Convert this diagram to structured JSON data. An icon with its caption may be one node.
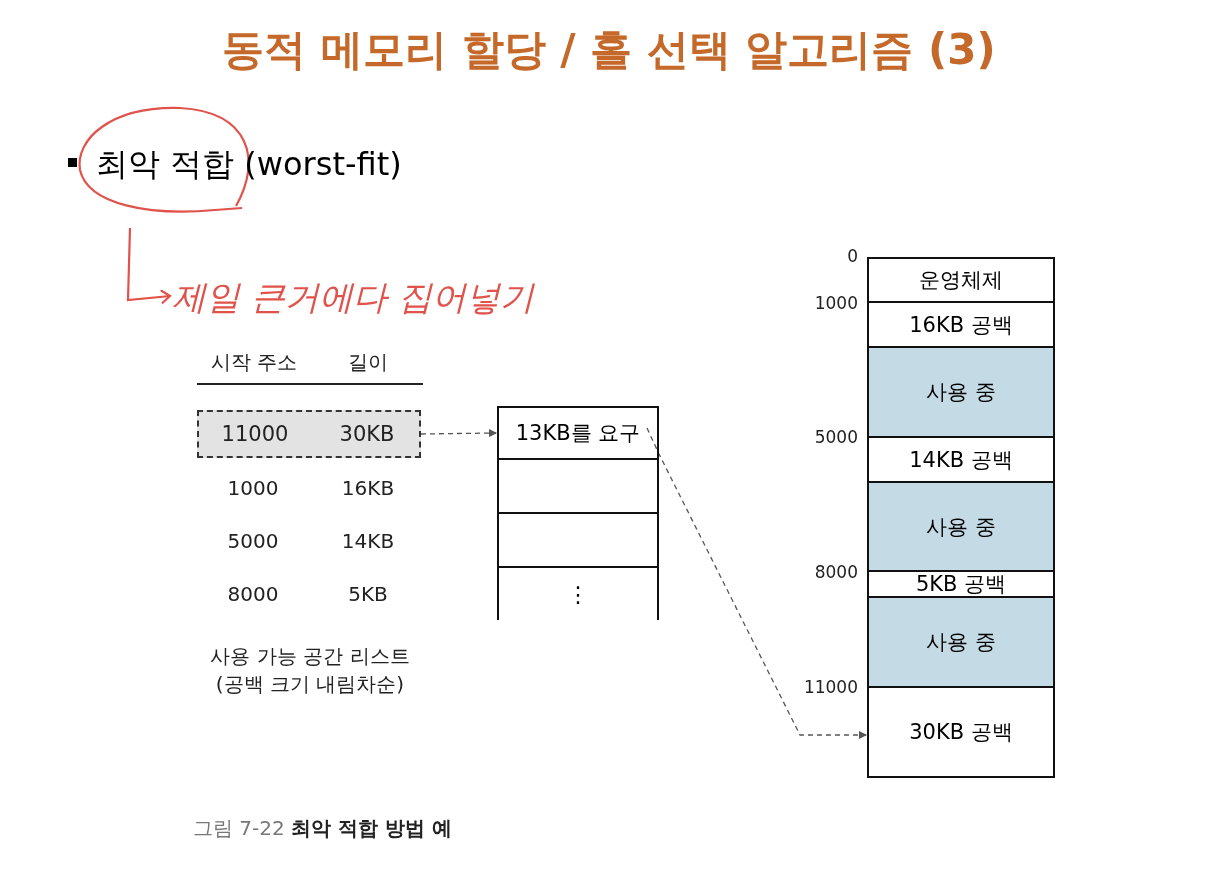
{
  "diagram": {
    "title": "동적 메모리 할당 / 홀 선택 알고리즘 (3)",
    "caption": "그림 7-22 **최악 적합 방법 예**",
    "nodes": [
      {
        "text": [
          "11000",
          "30KB"
        ]
      },
      {
        "text": [
          "13KB를 요구"
        ]
      },
      {
        "text": [],
        "shape": "box"
      },
      {
        "text": [],
        "shape": "box"
      },
      {
        "text": [
          "⋮"
        ]
      },
      {
        "text": [
          "운영체제"
        ]
      },
      {
        "text": [
          "16KB 공백"
        ]
      },
      {
        "text": [
          "사용 중"
        ]
      },
      {
        "text": [
          "14KB 공백"
        ]
      },
      {
        "text": [
          "사용 중"
        ]
      },
      {
        "text": [
          "5KB 공백"
        ]
      },
      {
        "text": [
          "사용 중"
        ]
      },
      {
        "text": [
          "30KB 공백"
        ]
      },
      {
        "text": [
          "최악 적합 (worst-fit)"
        ]
      },
      {
        "text": [
          "제일 큰거에다 집어넣기"
        ]
      }
    ],
    "edges": [
      {
        "from": 0,
        "to": 1,
        "arrow": "to",
        "style": "dashed"
      },
      {
        "from": 1,
        "to": 12,
        "arrow": "to",
        "style": "dashed"
      },
      {
        "from": 13,
        "to": 14,
        "arrow": "to",
        "color": "#e0524a"
      }
    ],
    "labels": [
      "시작 주소",
      "길이",
      "1000",
      "16KB",
      "5000",
      "14KB",
      "8000",
      "5KB",
      "사용 가능 공간 리스트 (공백 크기 내림차순)",
      "0",
      "1000",
      "5000",
      "8000",
      "11000"
    ]
  }
}
